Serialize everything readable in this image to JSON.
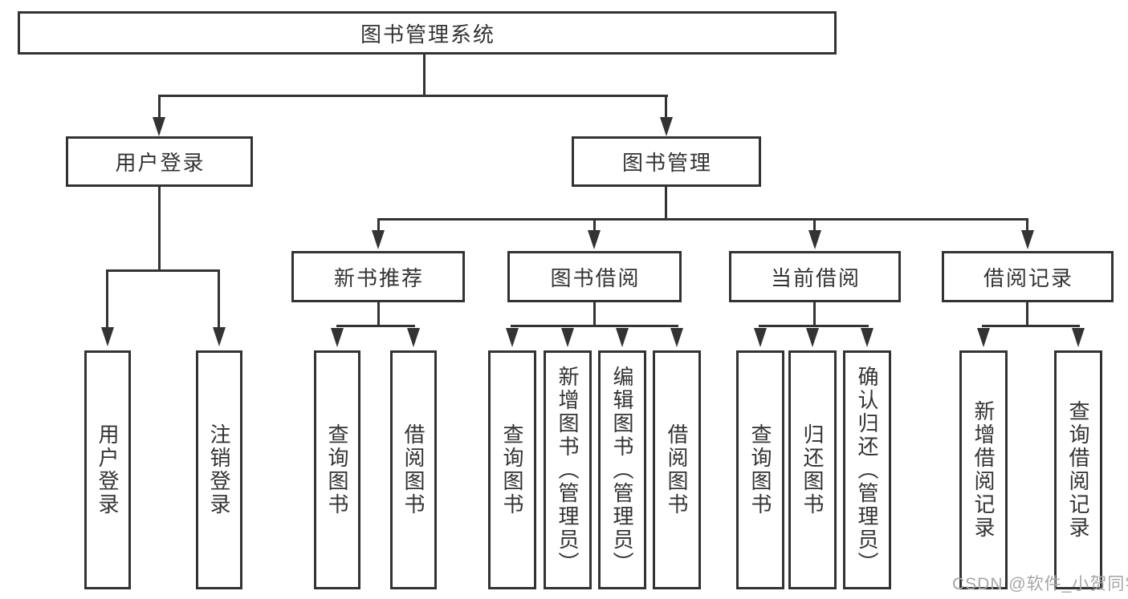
{
  "diagram_title": "图书管理系统",
  "tree": {
    "root": {
      "label": "图书管理系统",
      "children": [
        {
          "label": "用户登录",
          "children": [
            {
              "label": "用户登录"
            },
            {
              "label": "注销登录"
            }
          ]
        },
        {
          "label": "图书管理",
          "children": [
            {
              "label": "新书推荐",
              "children": [
                {
                  "label": "查询图书"
                },
                {
                  "label": "借阅图书"
                }
              ]
            },
            {
              "label": "图书借阅",
              "children": [
                {
                  "label": "查询图书"
                },
                {
                  "label": "新增图书（管理员）"
                },
                {
                  "label": "编辑图书（管理员）"
                },
                {
                  "label": "借阅图书"
                }
              ]
            },
            {
              "label": "当前借阅",
              "children": [
                {
                  "label": "查询图书"
                },
                {
                  "label": "归还图书"
                },
                {
                  "label": "确认归还（管理员）"
                }
              ]
            },
            {
              "label": "借阅记录",
              "children": [
                {
                  "label": "新增借阅记录"
                },
                {
                  "label": "查询借阅记录"
                }
              ]
            }
          ]
        }
      ]
    }
  },
  "watermark": {
    "text": "CSDN @软件_小贺同学"
  },
  "colors": {
    "line": "#333333",
    "box_border": "#333333",
    "text": "#333333",
    "watermark": "#a6a6aa",
    "background": "#ffffff"
  }
}
